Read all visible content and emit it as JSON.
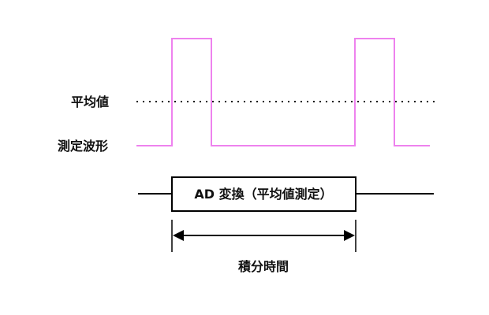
{
  "labels": {
    "average": "平均値",
    "measured_waveform": "測定波形",
    "ad_conversion": "AD 変換（平均値測定）",
    "integration_time": "積分時間"
  },
  "colors": {
    "waveform": "#ee82ee",
    "line": "#000000",
    "text": "#111111",
    "background": "#ffffff"
  }
}
